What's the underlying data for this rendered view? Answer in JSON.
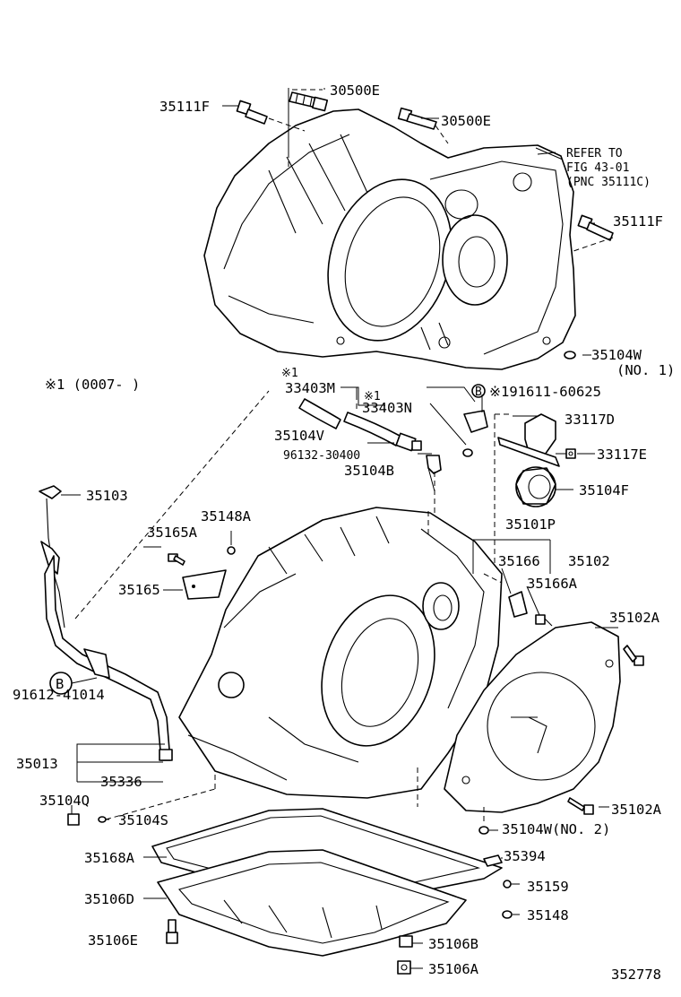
{
  "labels": {
    "l_30500E_a": "30500E",
    "l_30500E_b": "30500E",
    "l_35111F_a": "35111F",
    "l_35111F_b": "35111F",
    "l_refer_1": "REFER TO",
    "l_refer_2": "FIG 43-01",
    "l_refer_3": "(PNC 35111C)",
    "l_35104W_1": "35104W",
    "l_no1": "(NO. 1)",
    "l_note": "※1 (0007-    )",
    "l_mark1_a": "※1",
    "l_33403M": "33403M",
    "l_mark1_b": "※1",
    "l_33403N": "33403N",
    "l_b_top": "B",
    "l_191611": "※191611-60625",
    "l_33117D": "33117D",
    "l_35104V": "35104V",
    "l_96132": "96132-30400",
    "l_33117E": "33117E",
    "l_35104B": "35104B",
    "l_35104F": "35104F",
    "l_35103": "35103",
    "l_35148A": "35148A",
    "l_35165A": "35165A",
    "l_35101P": "35101P",
    "l_35166": "35166",
    "l_35102": "35102",
    "l_35165": "35165",
    "l_35166A": "35166A",
    "l_35102A_a": "35102A",
    "l_b_left": "B",
    "l_91612": "91612-41014",
    "l_35013": "35013",
    "l_35336": "35336",
    "l_35104Q": "35104Q",
    "l_35104S": "35104S",
    "l_35102A_b": "35102A",
    "l_35104W_2": "35104W(NO. 2)",
    "l_35168A": "35168A",
    "l_35394": "35394",
    "l_35159": "35159",
    "l_35106D": "35106D",
    "l_35148": "35148",
    "l_35106E": "35106E",
    "l_35106B": "35106B",
    "l_35106A": "35106A",
    "l_ref": "352778"
  }
}
